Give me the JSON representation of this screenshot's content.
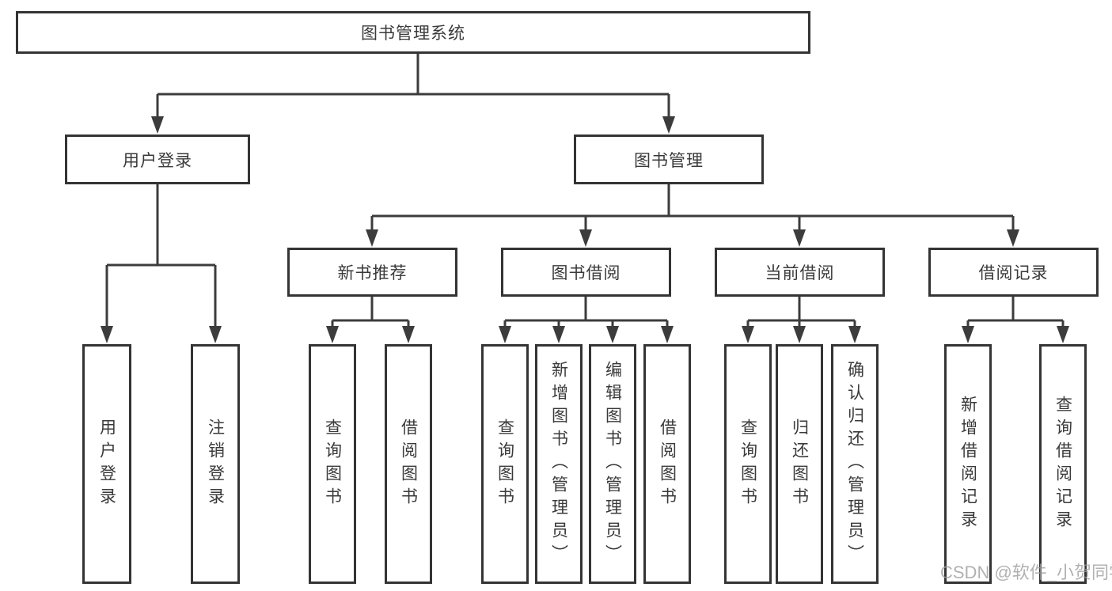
{
  "nodes": {
    "root": "图书管理系统",
    "user_login": "用户登录",
    "book_management": "图书管理",
    "new_book_recommend": "新书推荐",
    "book_borrowing": "图书借阅",
    "current_borrowing": "当前借阅",
    "borrowing_records": "借阅记录",
    "leaves": {
      "user_login": [
        "用户登录",
        "注销登录"
      ],
      "new_book_recommend": [
        "查询图书",
        "借阅图书"
      ],
      "book_borrowing": [
        "查询图书",
        "新增图书（管理员）",
        "编辑图书（管理员）",
        "借阅图书"
      ],
      "current_borrowing": [
        "查询图书",
        "归还图书",
        "确认归还（管理员）"
      ],
      "borrowing_records": [
        "新增借阅记录",
        "查询借阅记录"
      ]
    }
  },
  "watermark": "CSDN @软件_小贺同学",
  "colors": {
    "line": "#3c3c3c",
    "border": "#343434",
    "text": "#3a3a3a",
    "watermark": "#9e9e9e",
    "background": "#ffffff"
  }
}
